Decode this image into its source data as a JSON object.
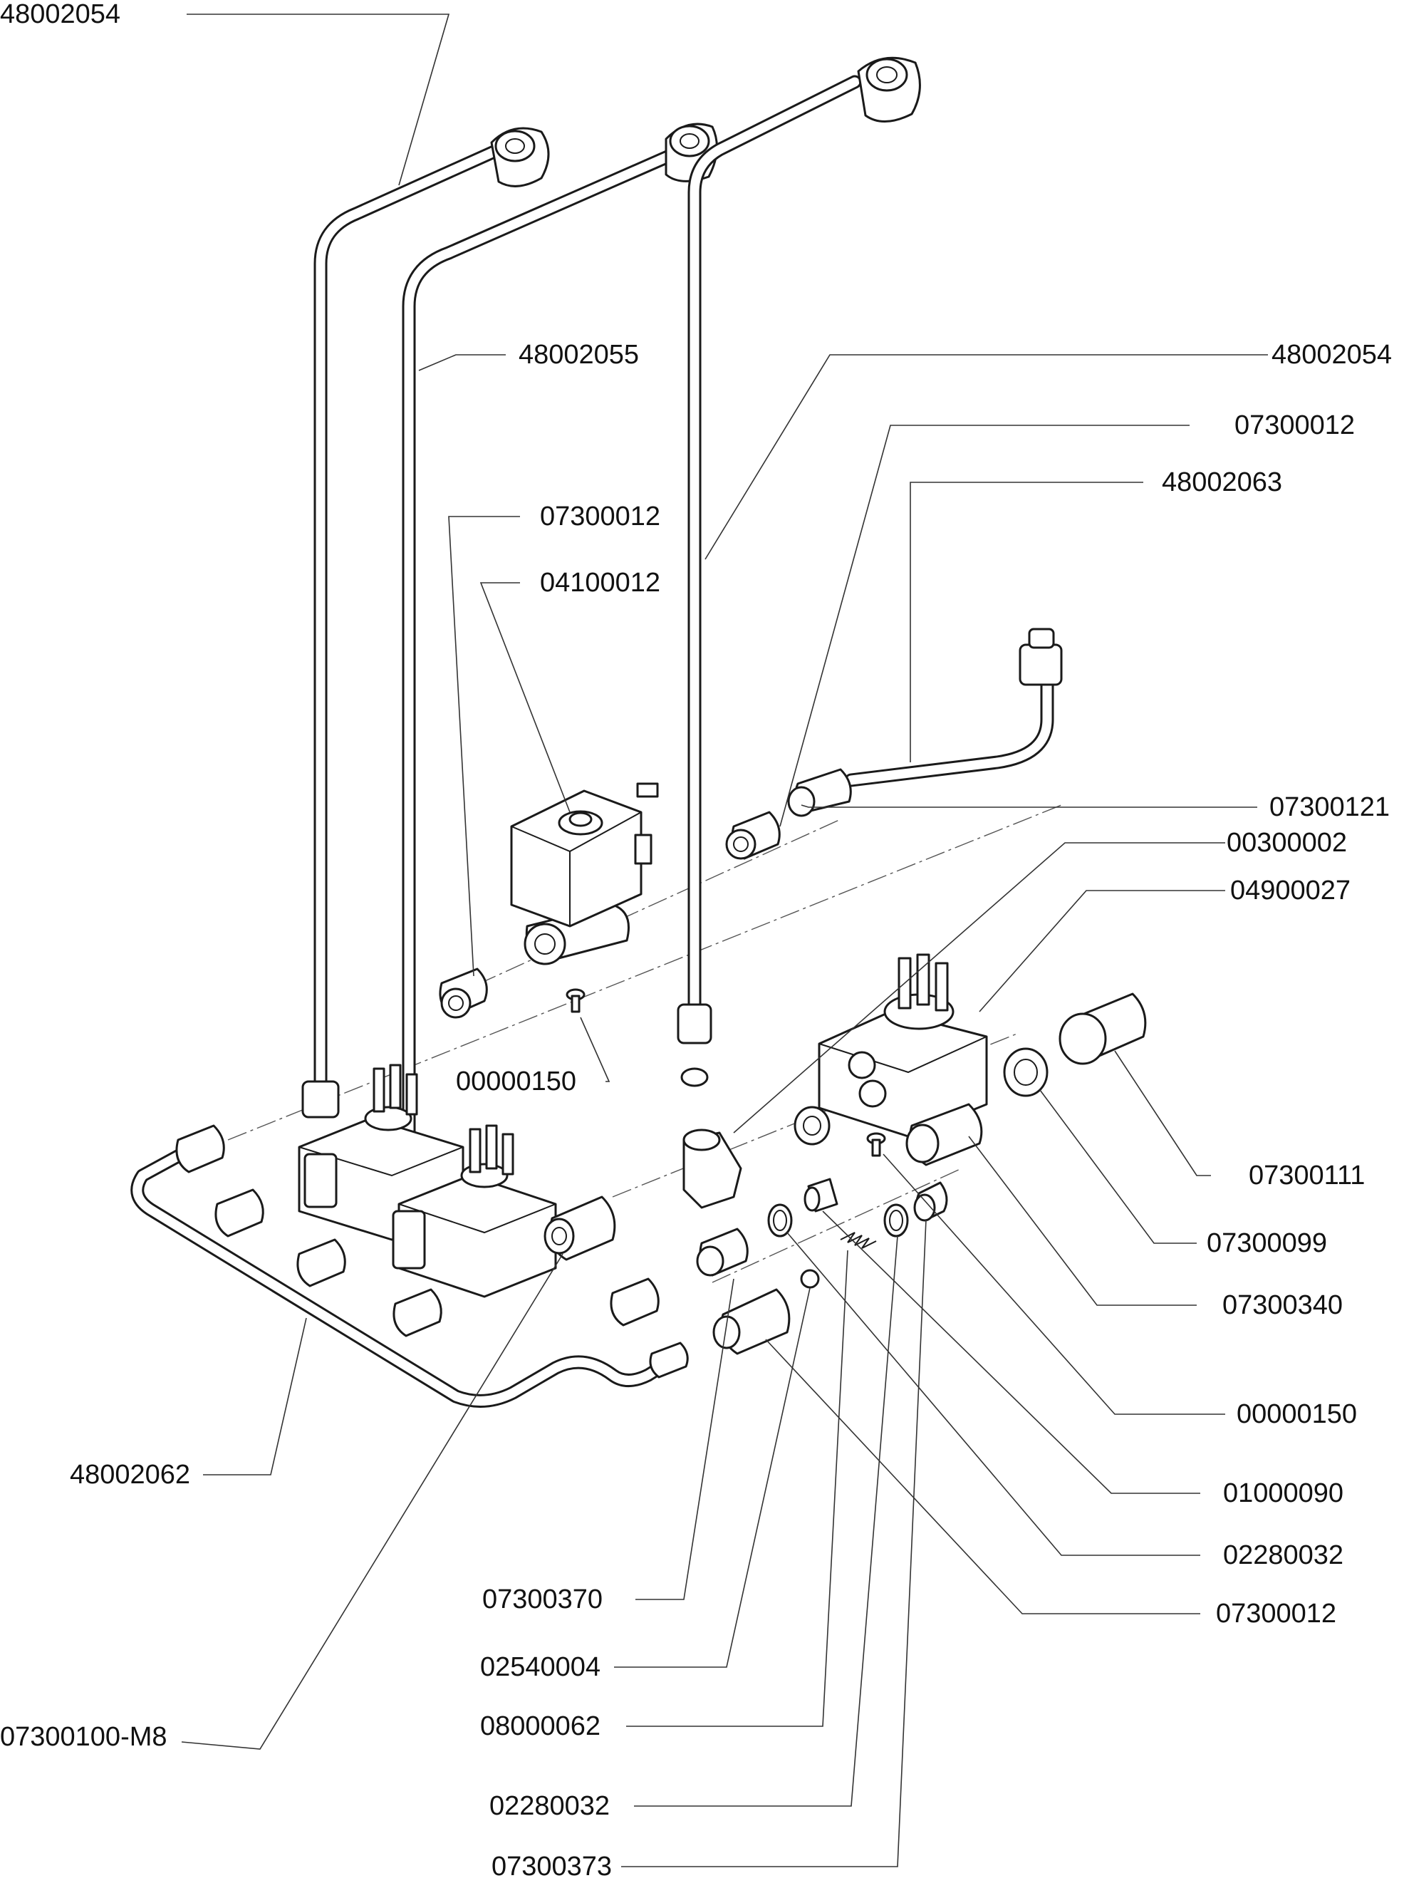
{
  "diagram": {
    "labels": {
      "l01": "48002054",
      "l02": "48002055",
      "l03": "48002054",
      "l04": "07300012",
      "l05": "48002063",
      "l06": "07300012",
      "l07": "04100012",
      "l08": "07300121",
      "l09": "00300002",
      "l10": "04900027",
      "l11": "00000150",
      "l12": "07300111",
      "l13": "07300099",
      "l14": "07300340",
      "l15": "00000150",
      "l16": "01000090",
      "l17": "02280032",
      "l18": "07300012",
      "l19": "48002062",
      "l20": "07300370",
      "l21": "02540004",
      "l22": "07300100-M8",
      "l23": "08000062",
      "l24": "02280032",
      "l25": "07300373"
    }
  }
}
